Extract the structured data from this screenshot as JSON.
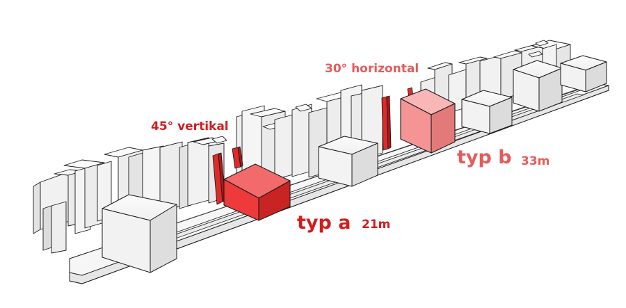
{
  "labels": {
    "angle_vertical": "45° vertikal",
    "angle_horizontal": "30° horizontal",
    "type_a": "typ a",
    "type_a_height": "21m",
    "type_b": "typ b",
    "type_b_height": "33m"
  },
  "colors": {
    "label_dark_red": "#d41c1c",
    "label_soft_red": "#e85a5a",
    "typ_a_block": "#ee3a3a",
    "typ_b_block": "#f49494",
    "slit_red": "#e02a2a",
    "building_gray": "#eeeeee",
    "outline": "#1a1a1a"
  }
}
